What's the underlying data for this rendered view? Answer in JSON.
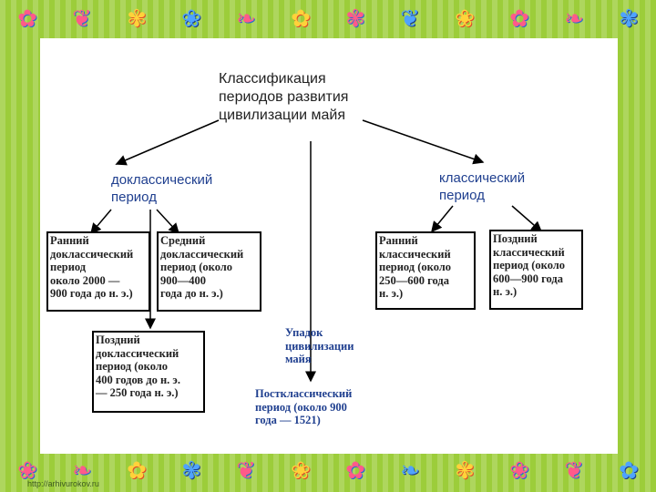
{
  "title": "Классификация\nпериодов развития\nцивилизации майя",
  "left_group": "доклассический\nпериод",
  "right_group": "классический\nпериод",
  "boxes": {
    "early_preclassic": "Ранний\nдоклассический\nпериод\n около 2000 —\n900 года до н. э.)",
    "middle_preclassic": "Средний\nдоклассический\nпериод (около\n 900—400\n года до н. э.)",
    "late_preclassic": "Поздний\nдоклассический\n период (около\n400 годов до н. э.\n — 250 года н. э.)",
    "early_classic": "Ранний\n классический\nпериод (около\n250—600 года\nн. э.)",
    "late_classic": "Поздний\nклассический\nпериод (около\n600—900 года\n н. э.)"
  },
  "decline": "Упадок\nцивилизации\nмайя",
  "postclassic": "Постклассический\n период (около 900\nгода — 1521)",
  "footer_url": "http://arhivurokov.ru",
  "colors": {
    "text_blue": "#1f3f8f",
    "frame_green": "#9ccd3a"
  }
}
